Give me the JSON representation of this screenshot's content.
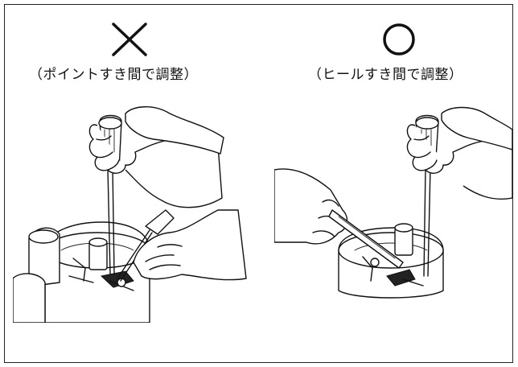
{
  "panels": [
    {
      "symbol": "×",
      "symbol_icon": "cross-mark-icon",
      "caption": "（ポイントすき間で調整）"
    },
    {
      "symbol": "○",
      "symbol_icon": "circle-mark-icon",
      "caption": "（ヒールすき間で調整）"
    }
  ],
  "illustration": "hands-adjusting-point-gap-with-screwdriver"
}
